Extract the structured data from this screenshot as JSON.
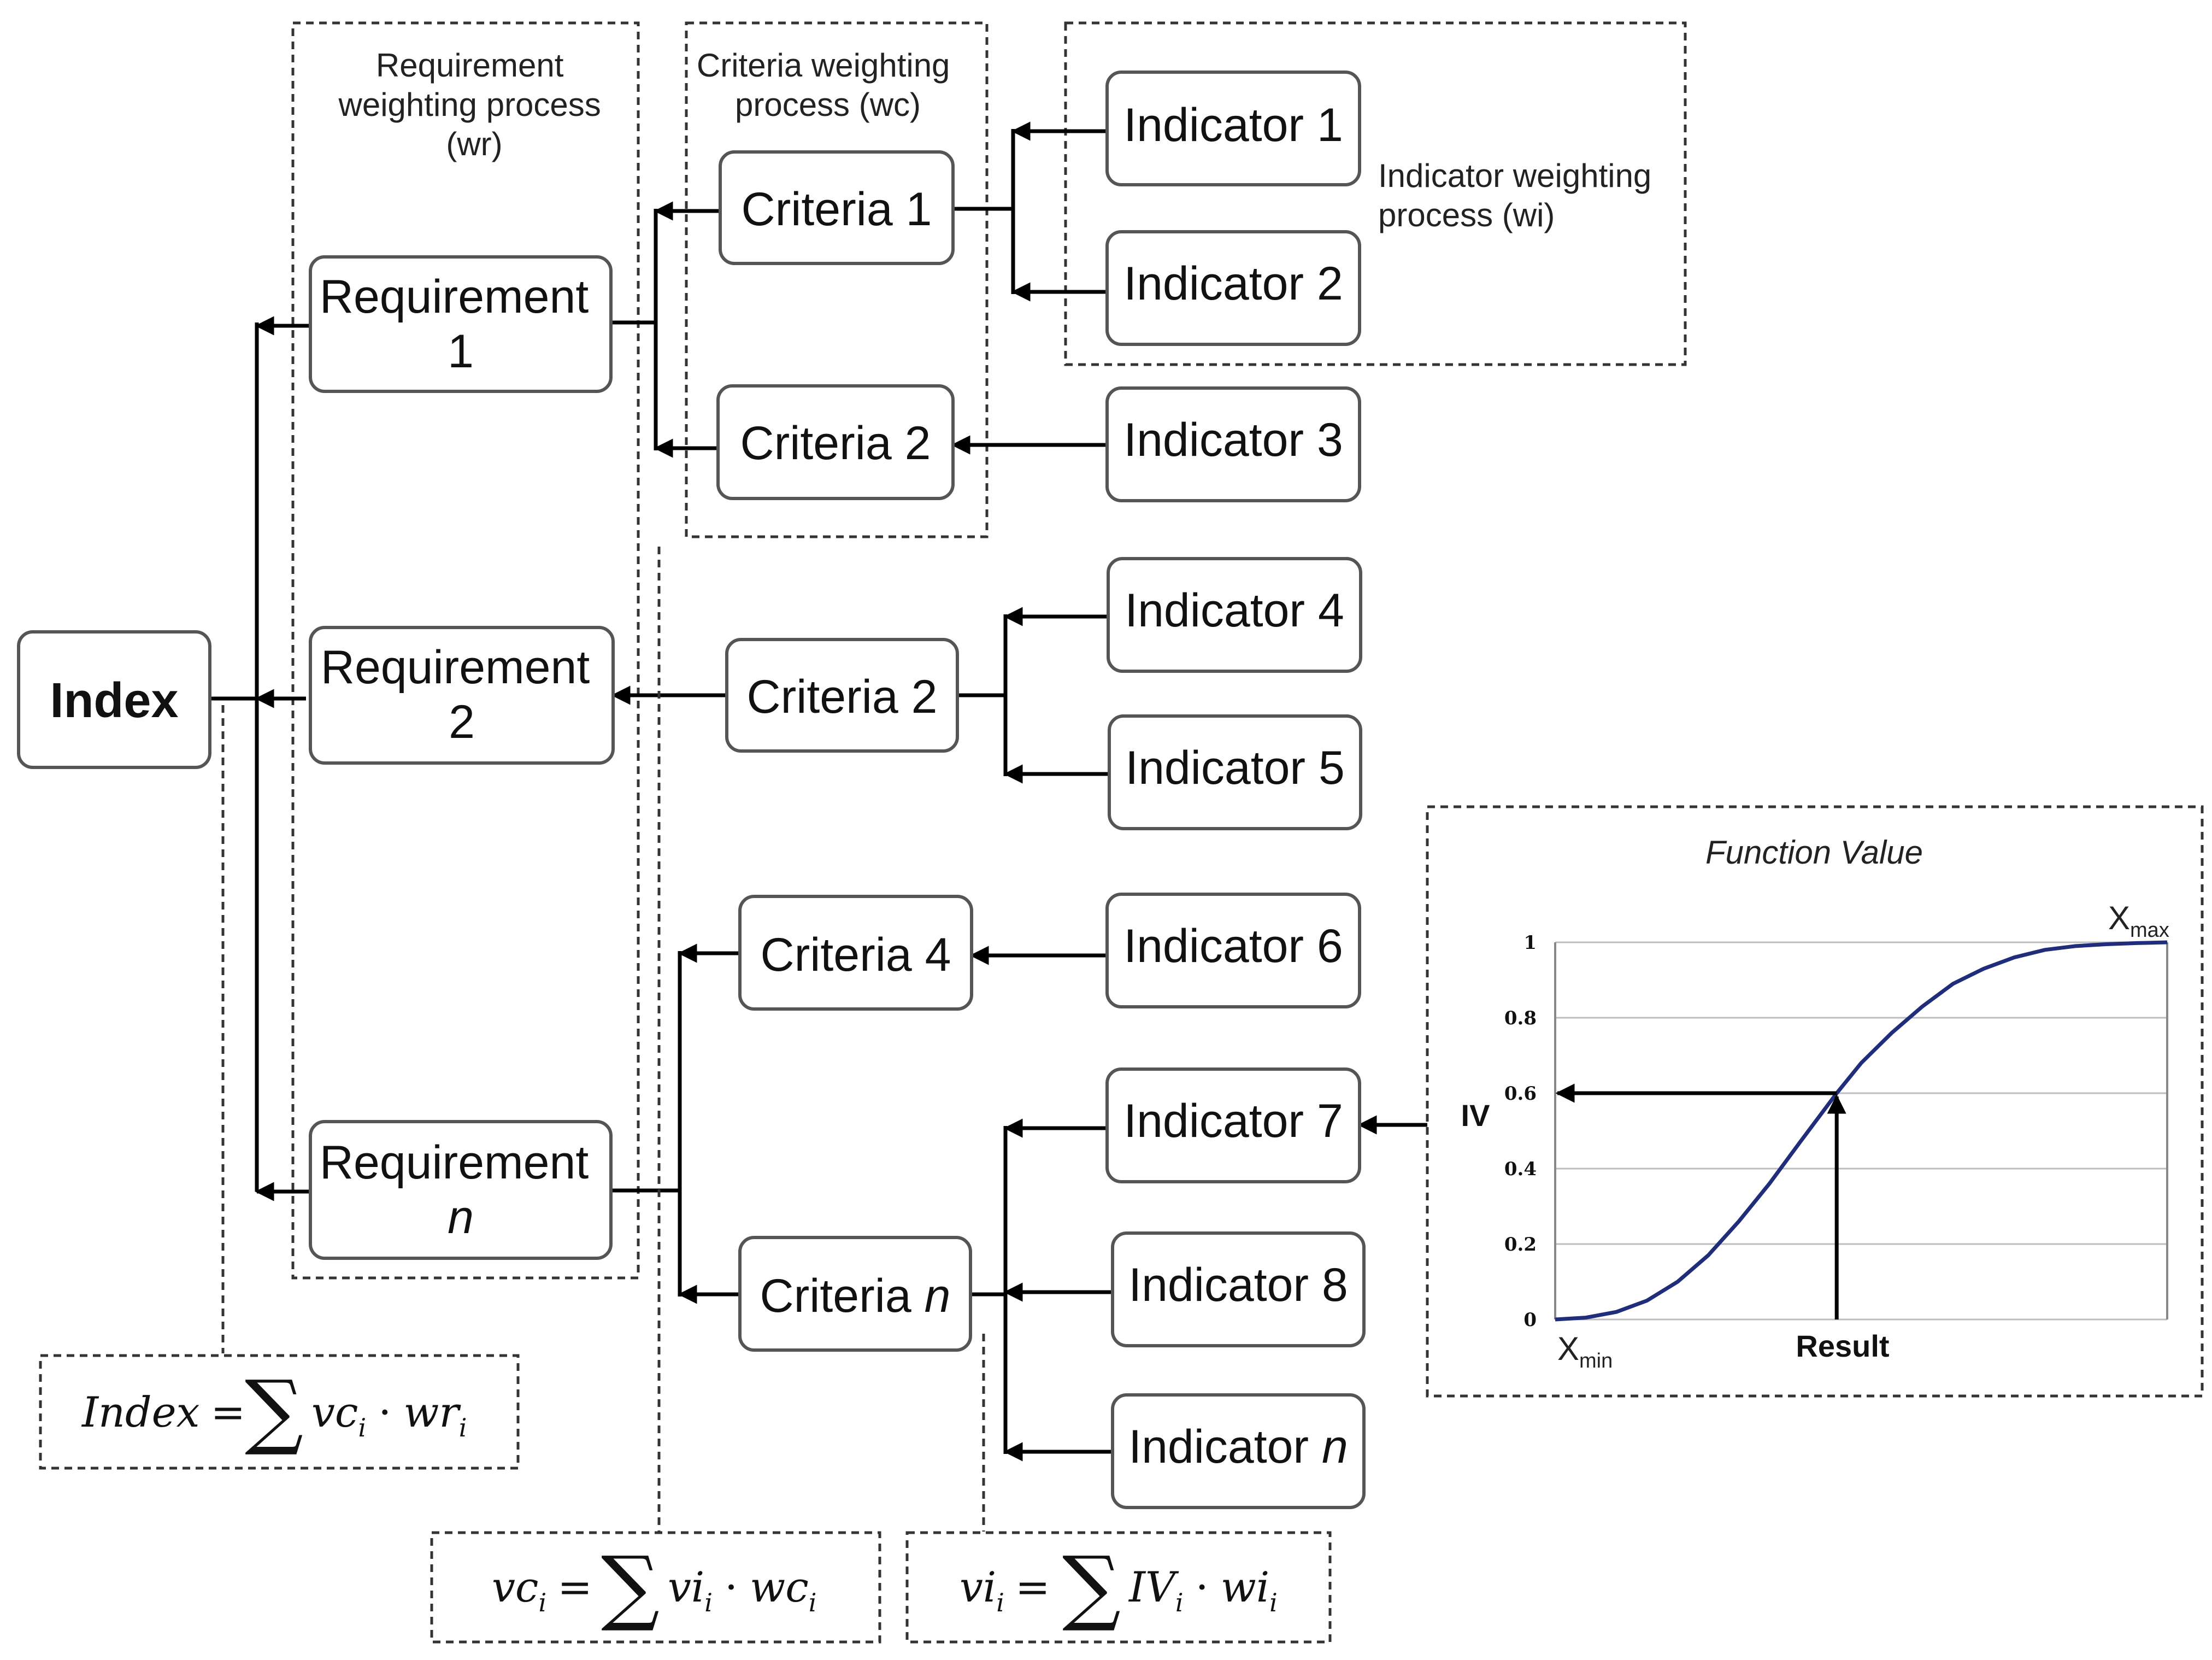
{
  "nodes": {
    "index": "Index",
    "req1": [
      "Requirement",
      "1"
    ],
    "req2": [
      "Requirement",
      "2"
    ],
    "reqn": [
      "Requirement",
      "n"
    ],
    "crit1": [
      "Criteria ",
      "1"
    ],
    "crit2a": [
      "Criteria ",
      "2"
    ],
    "crit2b": [
      "Criteria ",
      "2"
    ],
    "crit4": [
      "Criteria ",
      "4"
    ],
    "critn": [
      "Criteria ",
      "n"
    ],
    "ind1": [
      "Indicator ",
      "1"
    ],
    "ind2": [
      "Indicator ",
      "2"
    ],
    "ind3": [
      "Indicator ",
      "3"
    ],
    "ind4": [
      "Indicator ",
      "4"
    ],
    "ind5": [
      "Indicator ",
      "5"
    ],
    "ind6": [
      "Indicator ",
      "6"
    ],
    "ind7": [
      "Indicator ",
      "7"
    ],
    "ind8": [
      "Indicator ",
      "8"
    ],
    "indn": [
      "Indicator ",
      "n"
    ]
  },
  "groups": {
    "requirement": [
      "Requirement",
      "weighting process",
      "(wr)"
    ],
    "criteria": [
      "Criteria weighting",
      "process (wc)"
    ],
    "indicator": [
      "Indicator weighting",
      "process (wi)"
    ]
  },
  "formulas": {
    "index": {
      "lhs": "Index",
      "eq": "=",
      "sigma": "∑",
      "a": "vc",
      "a_sub": "i",
      "dot": "·",
      "b": "wr",
      "b_sub": "i"
    },
    "vc": {
      "lhs": "vc",
      "lhs_sub": "i",
      "eq": "=",
      "sigma": "∑",
      "a": "vi",
      "a_sub": "i",
      "dot": "·",
      "b": "wc",
      "b_sub": "i"
    },
    "vi": {
      "lhs": "vi",
      "lhs_sub": "i",
      "eq": "=",
      "sigma": "∑",
      "a": "IV",
      "a_sub": "i",
      "dot": "·",
      "b": "wi",
      "b_sub": "i"
    }
  },
  "function_chart": {
    "title": "Function Value",
    "x_min_label": "X",
    "x_min_sub": "min",
    "x_max_label": "X",
    "x_max_sub": "max",
    "result_label": "Result",
    "iv_label": "IV",
    "y_ticks": [
      "0",
      "0.2",
      "0.4",
      "0.6",
      "0.8",
      "1"
    ],
    "iv_value": 0.6,
    "result_position": 0.46,
    "curve_color": "#1f2d7a"
  },
  "chart_data": {
    "type": "line",
    "title": "Function Value",
    "xlabel": "",
    "ylabel": "",
    "ylim": [
      0,
      1
    ],
    "y_ticks": [
      0,
      0.2,
      0.4,
      0.6,
      0.8,
      1
    ],
    "series": [
      {
        "values_x": [
          0,
          0.05,
          0.1,
          0.15,
          0.2,
          0.25,
          0.3,
          0.35,
          0.4,
          0.46,
          0.5,
          0.55,
          0.6,
          0.65,
          0.7,
          0.75,
          0.8,
          0.85,
          0.9,
          0.95,
          1.0
        ],
        "values_y": [
          0,
          0.005,
          0.02,
          0.05,
          0.1,
          0.17,
          0.26,
          0.36,
          0.47,
          0.6,
          0.68,
          0.76,
          0.83,
          0.89,
          0.93,
          0.96,
          0.98,
          0.99,
          0.995,
          0.998,
          1.0
        ]
      }
    ]
  }
}
